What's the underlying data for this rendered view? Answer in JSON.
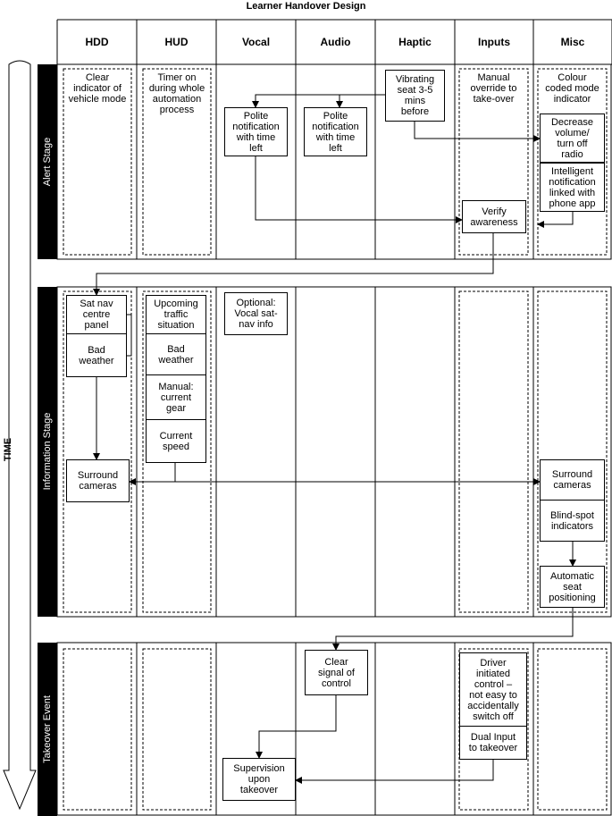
{
  "title": "Learner Handover Design",
  "time_label": "TIME",
  "columns": [
    "HDD",
    "HUD",
    "Vocal",
    "Audio",
    "Haptic",
    "Inputs",
    "Misc"
  ],
  "stages": [
    "Alert Stage",
    "Information Stage",
    "Takeover Event"
  ],
  "nodes": {
    "a_hdd": "Clear\nindicator of\nvehicle mode",
    "a_hud": "Timer on\nduring whole\nautomation\nprocess",
    "a_vocal": "Polite\nnotification\nwith time\nleft",
    "a_audio": "Polite\nnotification\nwith time\nleft",
    "a_haptic": "Vibrating\nseat 3-5\nmins\nbefore",
    "a_inputs": "Manual\noverride to\ntake-over",
    "a_misc": "Colour\ncoded mode\nindicator",
    "a_radio": "Decrease\nvolume/\nturn off\nradio",
    "a_phone": "Intelligent\nnotification\nlinked with\nphone app",
    "a_verify": "Verify\nawareness",
    "i_satnav": "Sat nav\ncentre\npanel",
    "i_weather1": "Bad\nweather",
    "i_traffic": "Upcoming\ntraffic\nsituation",
    "i_weather2": "Bad\nweather",
    "i_gear": "Manual:\ncurrent\ngear",
    "i_speed": "Current\nspeed",
    "i_vocal": "Optional:\nVocal sat-\nnav info",
    "i_cam1": "Surround\ncameras",
    "i_cam2": "Surround\ncameras",
    "i_blind": "Blind-spot\nindicators",
    "i_seat": "Automatic\nseat\npositioning",
    "t_clear": "Clear\nsignal of\ncontrol",
    "t_driver": "Driver\ninitiated\ncontrol –\nnot easy to\naccidentally\nswitch off",
    "t_dual": "Dual Input\nto takeover",
    "t_supervision": "Supervision\nupon\ntakeover"
  }
}
